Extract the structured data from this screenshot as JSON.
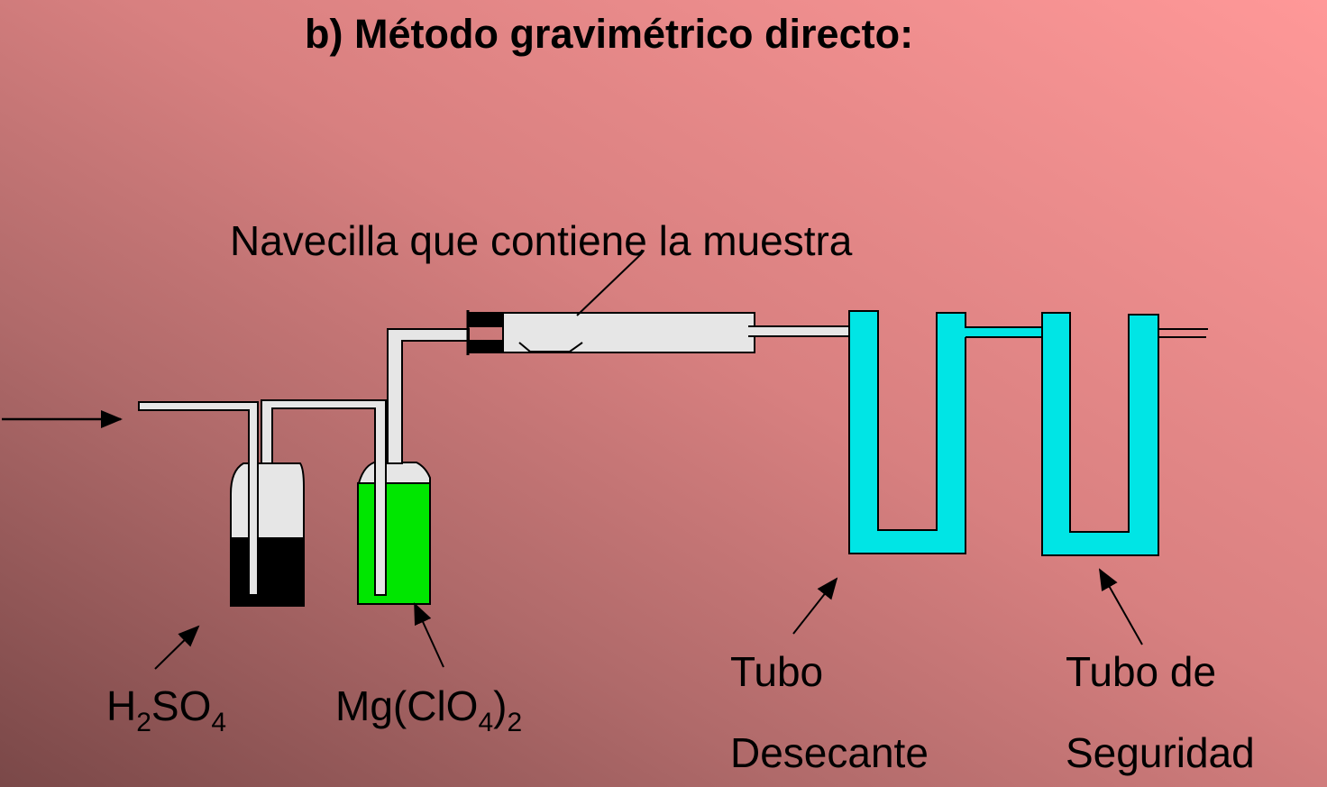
{
  "slide": {
    "title": "b) Método gravimétrico directo:",
    "background": {
      "top_left": "#c87272",
      "top_right": "#ff9494",
      "bottom_left": "#7c4a4a",
      "bottom_right": "#d07878"
    }
  },
  "labels": {
    "boat": "Navecilla que contiene la muestra",
    "h2so4": {
      "H": "H",
      "sub1": "2",
      "SO": "SO",
      "sub2": "4"
    },
    "mgclo4": {
      "prefix": "Mg(ClO",
      "sub1": "4",
      "close": ")",
      "sub2": "2"
    },
    "drying_tube_line1": "Tubo",
    "drying_tube_line2": "Desecante",
    "safety_tube_line1": "Tubo de",
    "safety_tube_line2": "Seguridad"
  },
  "colors": {
    "glass": "#e6e6e6",
    "sulfuric_acid": "#000000",
    "perchlorate": "#00e600",
    "desiccant": "#00e5e5",
    "stopper": "#000000"
  }
}
